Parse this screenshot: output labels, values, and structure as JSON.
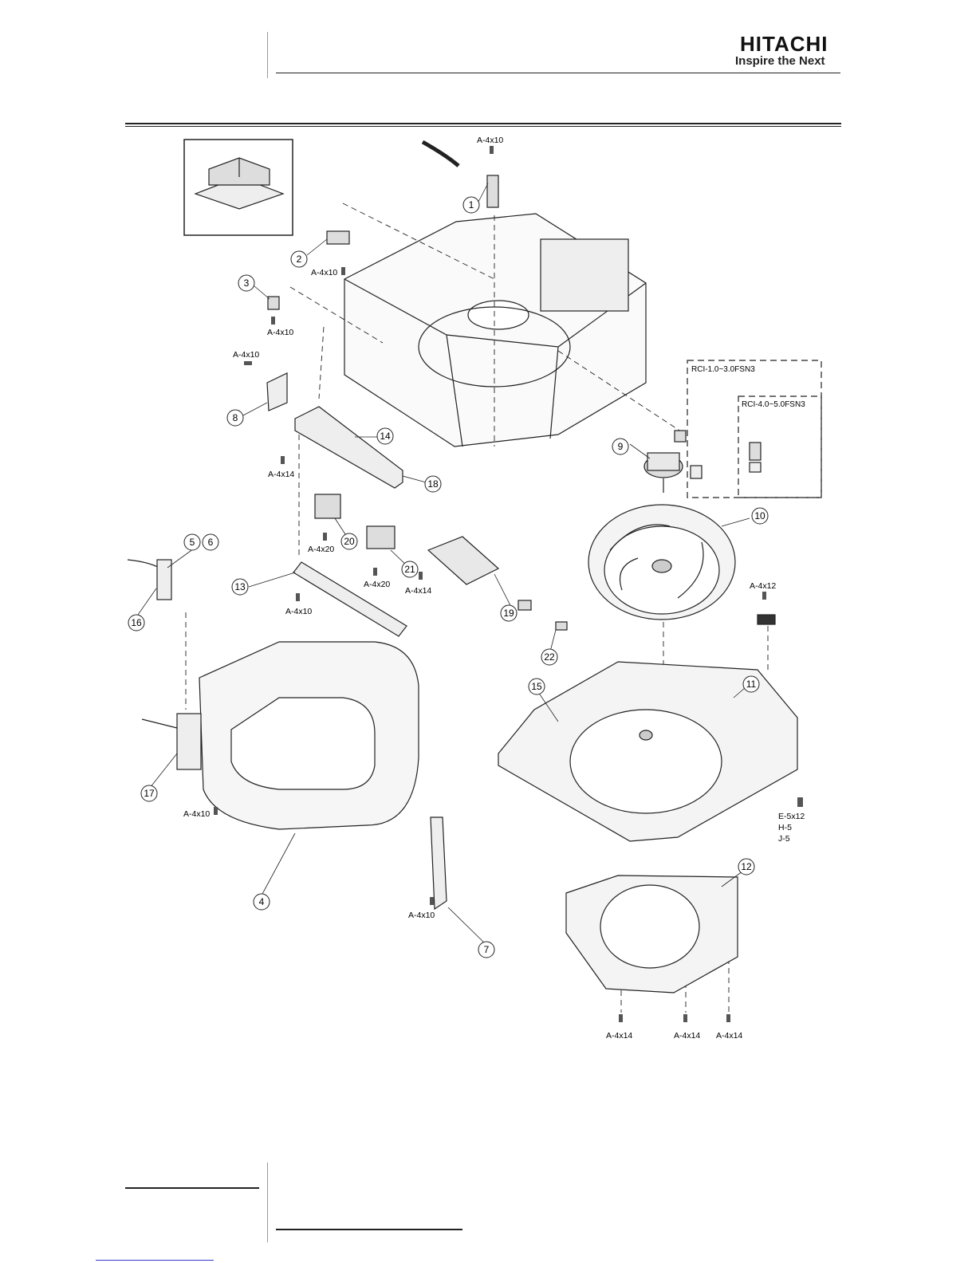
{
  "header": {
    "brand": "HITACHI",
    "tagline": "Inspire the Next"
  },
  "diagram": {
    "variant_boxes": {
      "outer": "RCI-1.0~3.0FSN3",
      "inner": "RCI-4.0~5.0FSN3"
    },
    "part_numbers": [
      "1",
      "2",
      "3",
      "4",
      "5",
      "6",
      "7",
      "8",
      "9",
      "10",
      "11",
      "12",
      "13",
      "14",
      "15",
      "16",
      "17",
      "18",
      "19",
      "20",
      "21",
      "22"
    ],
    "screw_labels": {
      "s1": "A-4x10",
      "s2": "A-4x10",
      "s3": "A-4x10",
      "s8": "A-4x10",
      "s13": "A-4x10",
      "s4": "A-4x10",
      "s7": "A-4x10",
      "s14a": "A-4x14",
      "s20": "A-4x20",
      "s21": "A-4x20",
      "s21b": "A-4x14",
      "s10": "A-4x12",
      "s11a": "E-5x12",
      "s11b": "H-5",
      "s11c": "J-5",
      "s12a": "A-4x14",
      "s12b": "A-4x14",
      "s12c": "A-4x14"
    }
  }
}
